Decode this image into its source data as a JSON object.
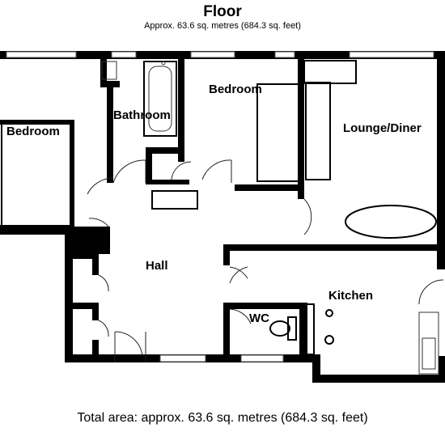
{
  "header": {
    "title": "Floor",
    "subtitle": "Approx. 63.6 sq. metres (684.3 sq. feet)"
  },
  "rooms": {
    "bedroom_left": "Bedroom",
    "bathroom": "Bathroom",
    "bedroom_center": "Bedroom",
    "lounge_diner": "Lounge/Diner",
    "hall": "Hall",
    "kitchen": "Kitchen",
    "wc": "WC"
  },
  "footer": {
    "total_area": "Total area: approx. 63.6 sq. metres (684.3 sq. feet)"
  }
}
